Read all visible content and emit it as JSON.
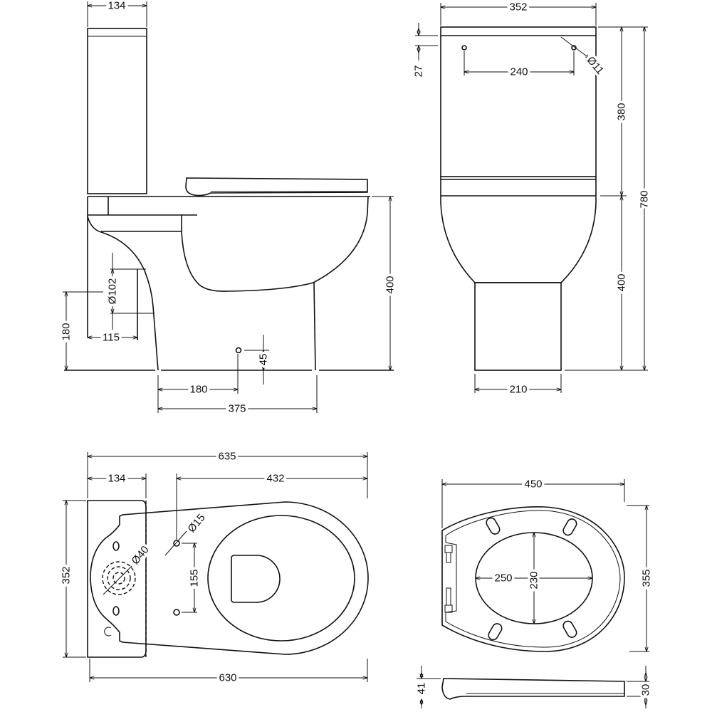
{
  "side_view": {
    "tank_depth": "134",
    "pipe_diameter": "Ø102",
    "pipe_height": "180",
    "pipe_offset": "115",
    "inlet_offset": "180",
    "inlet_height": "45",
    "pan_depth": "375",
    "pan_height": "400"
  },
  "front_view": {
    "width": "352",
    "hole_offset": "27",
    "hole_spacing": "240",
    "hole_diameter": "Ø11",
    "tank_height": "380",
    "pan_height": "400",
    "total_height": "780",
    "pedestal_width": "210"
  },
  "plan_view": {
    "total_length": "635",
    "tank_depth": "134",
    "hole_to_front": "432",
    "tank_width": "352",
    "waste_diameter": "Ø40",
    "fix_diameter": "Ø15",
    "fix_spacing": "155",
    "base_length": "630"
  },
  "seat_view": {
    "length": "450",
    "width": "355",
    "opening_width": "250",
    "opening_length": "230",
    "rear_thickness": "41",
    "front_thickness": "30"
  },
  "colors": {
    "line": "#111111",
    "background": "#ffffff"
  }
}
